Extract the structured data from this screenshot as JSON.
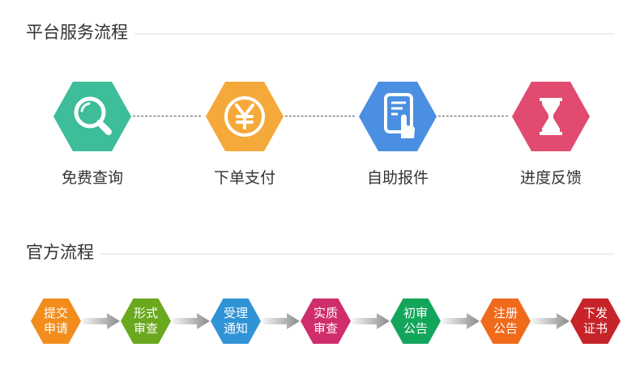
{
  "section1": {
    "title": "平台服务流程"
  },
  "steps": [
    {
      "label": "免费查询",
      "icon": "magnifier-icon",
      "color": "#3dbd99"
    },
    {
      "label": "下单支付",
      "icon": "yen-coin-icon",
      "color": "#f5a93a"
    },
    {
      "label": "自助报件",
      "icon": "touch-document-icon",
      "color": "#4a8fe1"
    },
    {
      "label": "进度反馈",
      "icon": "hourglass-icon",
      "color": "#e14b6f"
    }
  ],
  "section2": {
    "title": "官方流程"
  },
  "official_steps": [
    {
      "label": "提交申请",
      "color": "#f28c1c"
    },
    {
      "label": "形式审查",
      "color": "#6aa81f"
    },
    {
      "label": "受理通知",
      "color": "#2f93d6"
    },
    {
      "label": "实质审查",
      "color": "#cf2d6b"
    },
    {
      "label": "初审公告",
      "color": "#13a65b"
    },
    {
      "label": "注册公告",
      "color": "#f06a1c"
    },
    {
      "label": "下发证书",
      "color": "#c7242a"
    }
  ]
}
